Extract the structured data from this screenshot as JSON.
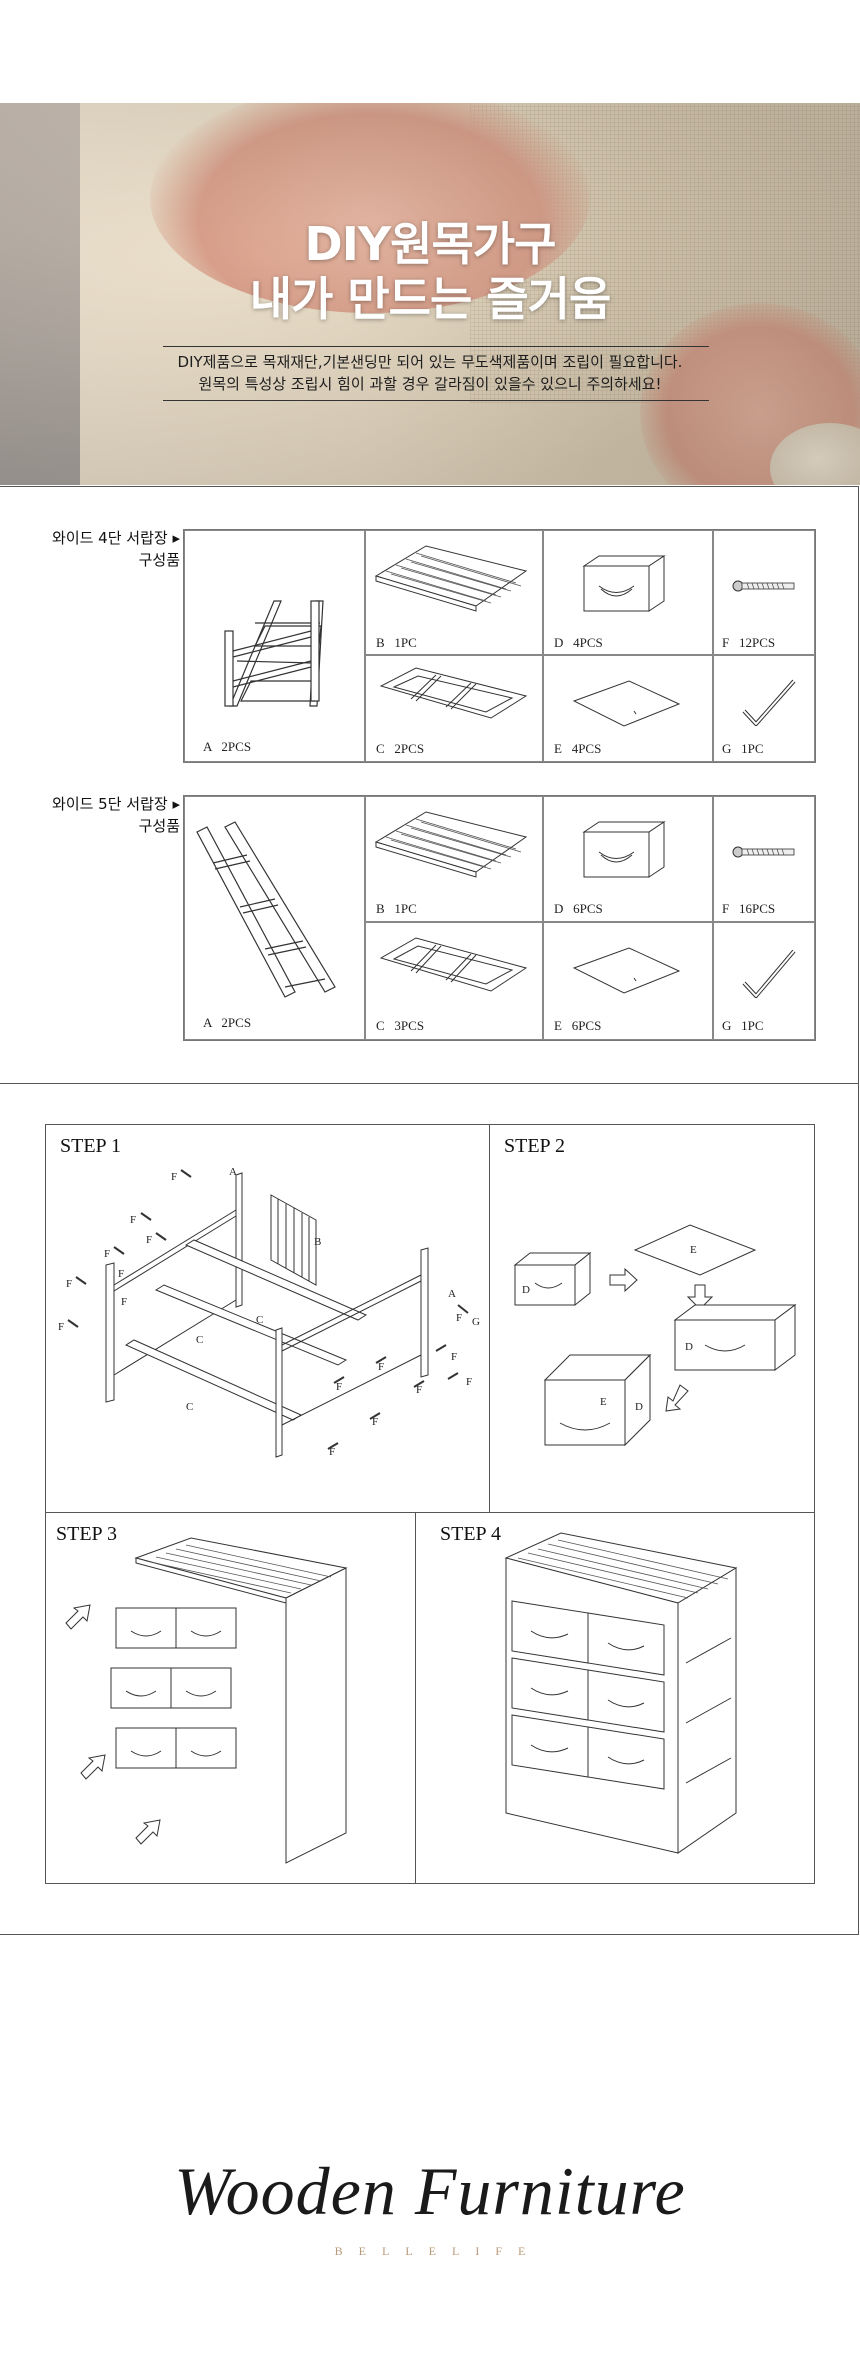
{
  "hero": {
    "title_line1": "DIY원목가구",
    "title_line2": "내가 만드는 즐거움",
    "desc_line1": "DIY제품으로 목재재단,기본샌딩만 되어 있는 무도색제품이며 조립이 필요합니다.",
    "desc_line2": "원목의 특성상 조립시 힘이 과할 경우 갈라짐이 있을수 있으니 주의하세요!"
  },
  "parts_4": {
    "label_line1": "와이드 4단 서랍장 ▸",
    "label_line2": "구성품",
    "A": "A   2PCS",
    "B": "B   1PC",
    "C": "C   2PCS",
    "D": "D   4PCS",
    "E": "E   4PCS",
    "F": "F   12PCS",
    "G": "G   1PC"
  },
  "parts_5": {
    "label_line1": "와이드 5단 서랍장 ▸",
    "label_line2": "구성품",
    "A": "A   2PCS",
    "B": "B   1PC",
    "C": "C   3PCS",
    "D": "D   6PCS",
    "E": "E   6PCS",
    "F": "F   16PCS",
    "G": "G   1PC"
  },
  "steps": {
    "step1": "STEP 1",
    "step2": "STEP 2",
    "step3": "STEP 3",
    "step4": "STEP 4"
  },
  "diagram_labels": {
    "A": "A",
    "B": "B",
    "C": "C",
    "D": "D",
    "E": "E",
    "F": "F",
    "G": "G"
  },
  "footer": {
    "brand": "Wooden Furniture",
    "sub": "BELLELIFE"
  }
}
